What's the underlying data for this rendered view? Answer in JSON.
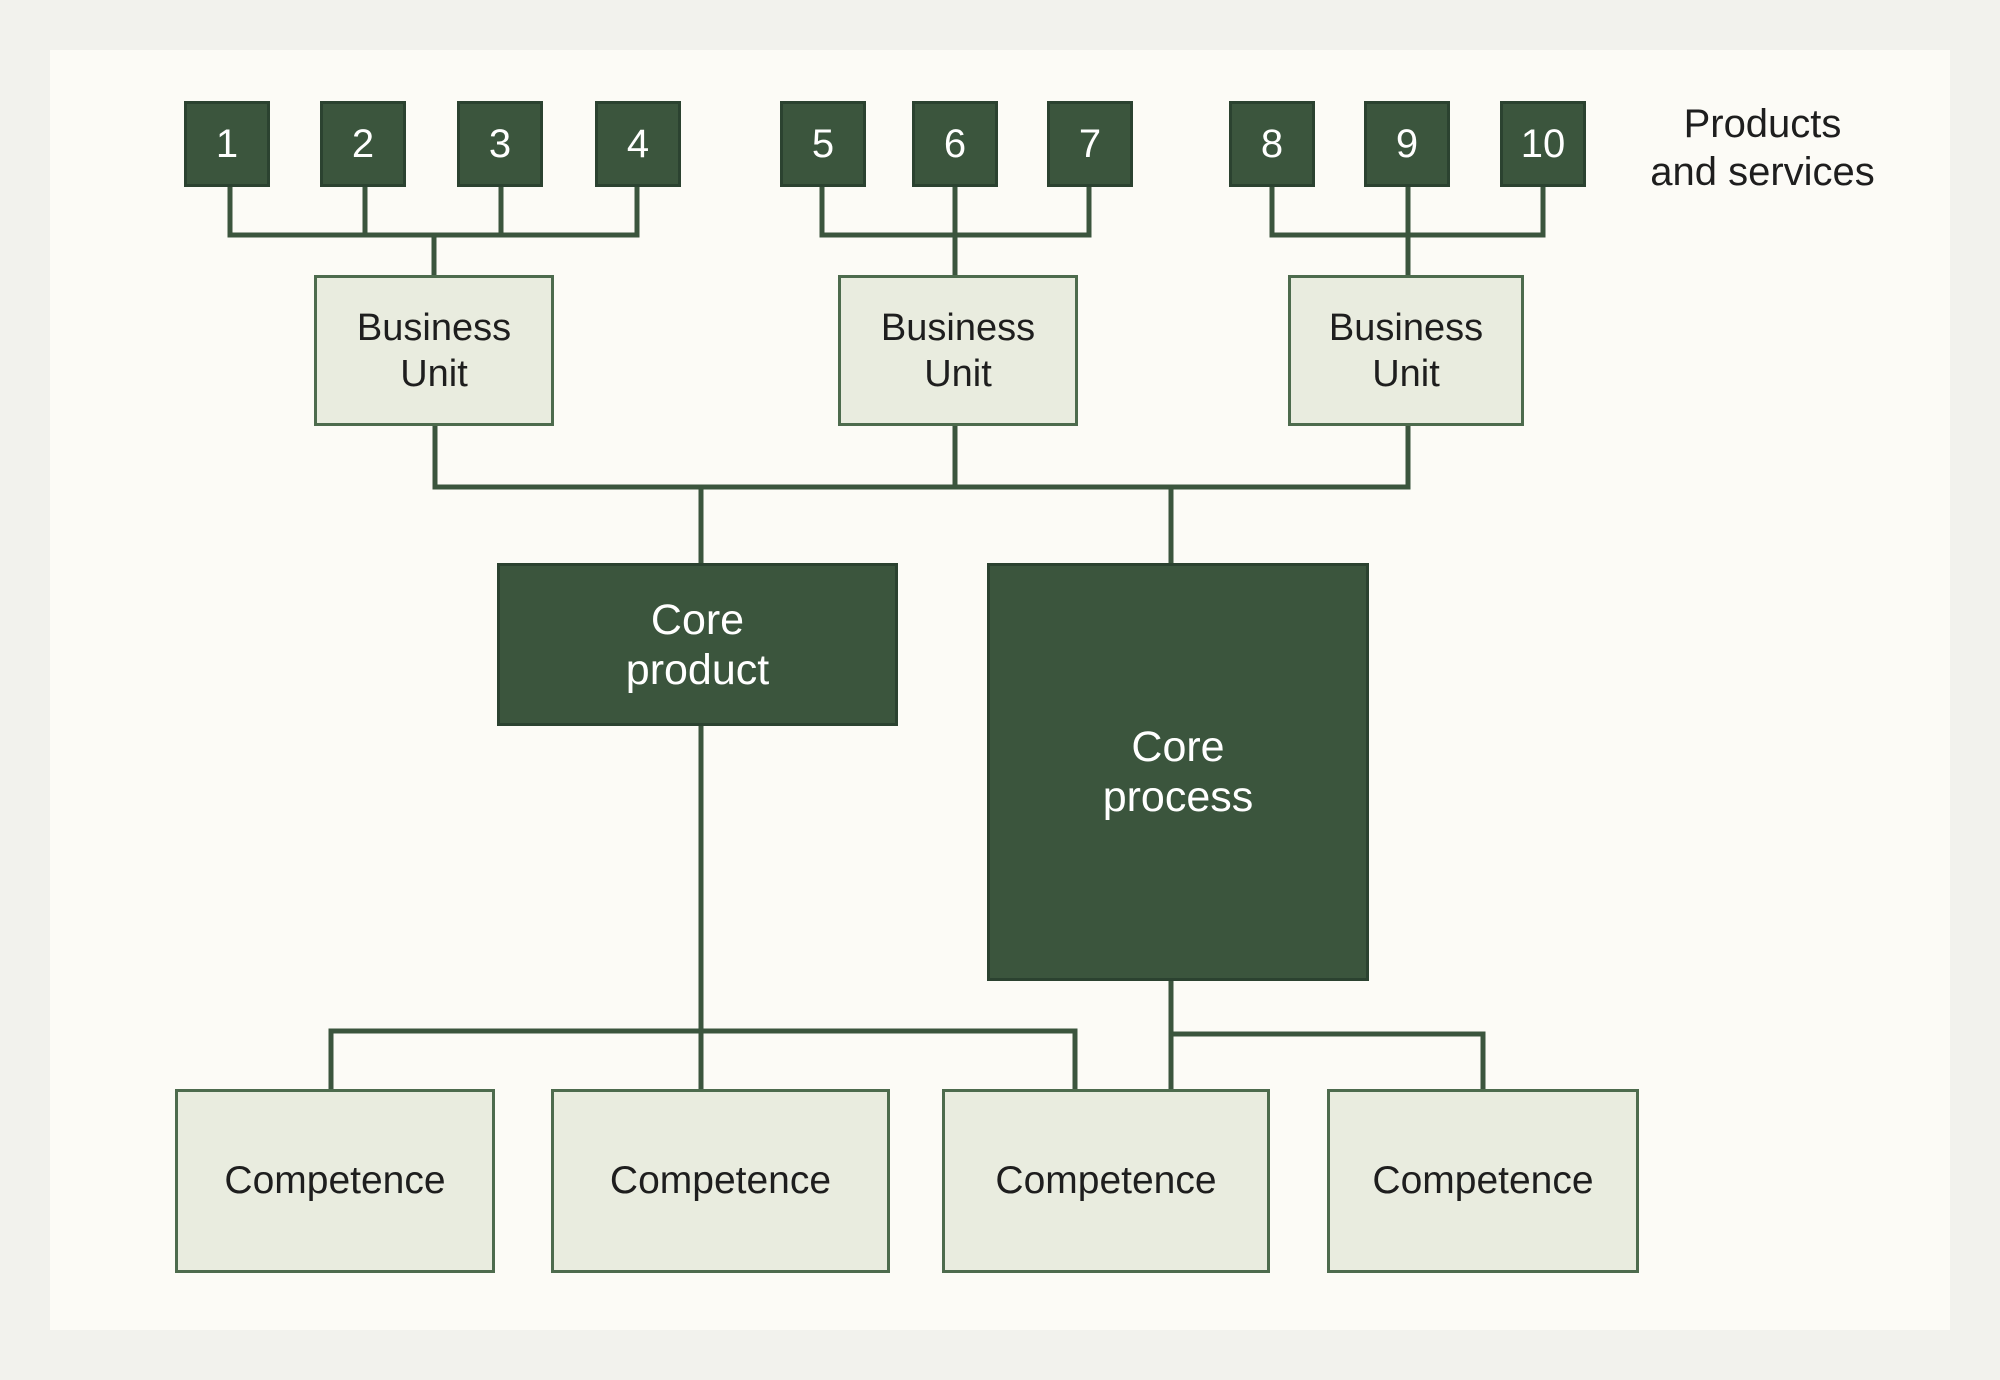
{
  "products_label": "Products\nand services",
  "products": [
    "1",
    "2",
    "3",
    "4",
    "5",
    "6",
    "7",
    "8",
    "9",
    "10"
  ],
  "business_units": [
    "Business\nUnit",
    "Business\nUnit",
    "Business\nUnit"
  ],
  "core_product": "Core\nproduct",
  "core_process": "Core\nprocess",
  "competences": [
    "Competence",
    "Competence",
    "Competence",
    "Competence"
  ],
  "colors": {
    "dark_green": "#3b553d",
    "light_fill": "#e9ecdf",
    "line": "#3b553d",
    "background": "#fcfbf6"
  }
}
